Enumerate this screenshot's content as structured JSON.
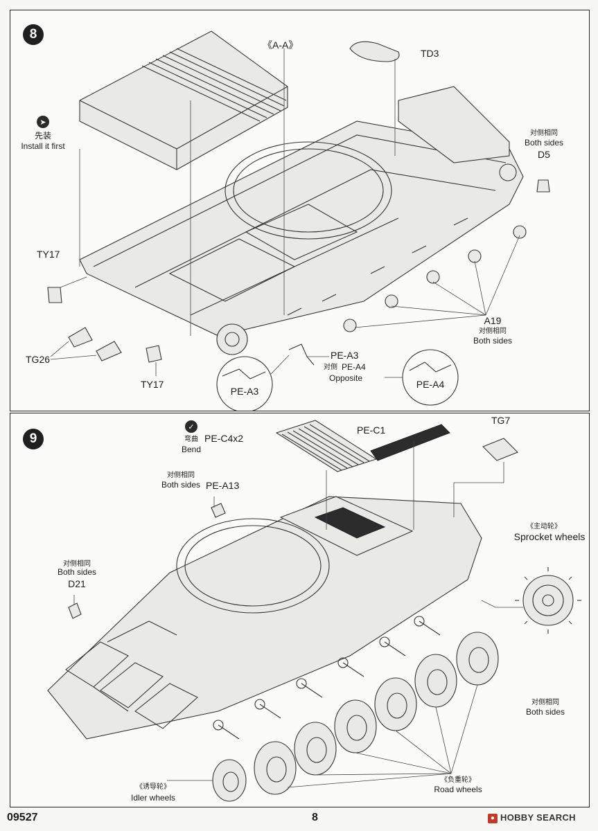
{
  "step8": {
    "number": "8",
    "labels": {
      "section_aa": "《A-A》",
      "td3": "TD3",
      "install_first_cn": "先装",
      "install_first_en": "Install it first",
      "both_sides_cn": "对侧相同",
      "both_sides_en": "Both sides",
      "d5": "D5",
      "ty17_top": "TY17",
      "a19": "A19",
      "a19_both_cn": "对侧相同",
      "a19_both_en": "Both sides",
      "tg26": "TG26",
      "ty17_bottom": "TY17",
      "pe_a3": "PE-A3",
      "opposite_cn": "对侧",
      "pe_a4": "PE-A4",
      "opposite_en": "Opposite",
      "callout_pe_a3": "PE-A3",
      "callout_pe_a4": "PE-A4"
    }
  },
  "step9": {
    "number": "9",
    "labels": {
      "bend_cn": "弯曲",
      "bend_en": "Bend",
      "pe_c4x2": "PE-C4x2",
      "pe_c1": "PE-C1",
      "tg7": "TG7",
      "pe_a13_cn": "对侧相同",
      "pe_a13_en": "Both sides",
      "pe_a13": "PE-A13",
      "sprocket_cn": "《主动轮》",
      "sprocket_en": "Sprocket wheels",
      "d21_cn": "对侧相同",
      "d21_en": "Both sides",
      "d21": "D21",
      "right_both_cn": "对侧相同",
      "right_both_en": "Both sides",
      "road_cn": "《负重轮》",
      "road_en": "Road wheels",
      "idler_cn": "《诱导轮》",
      "idler_en": "Idler wheels"
    }
  },
  "footer": {
    "product_code": "09527",
    "page_number": "8",
    "watermark": "HOBBY SEARCH"
  },
  "icons": {
    "install_first": "arrow-right-circle-icon",
    "bend": "bend-circle-icon"
  }
}
